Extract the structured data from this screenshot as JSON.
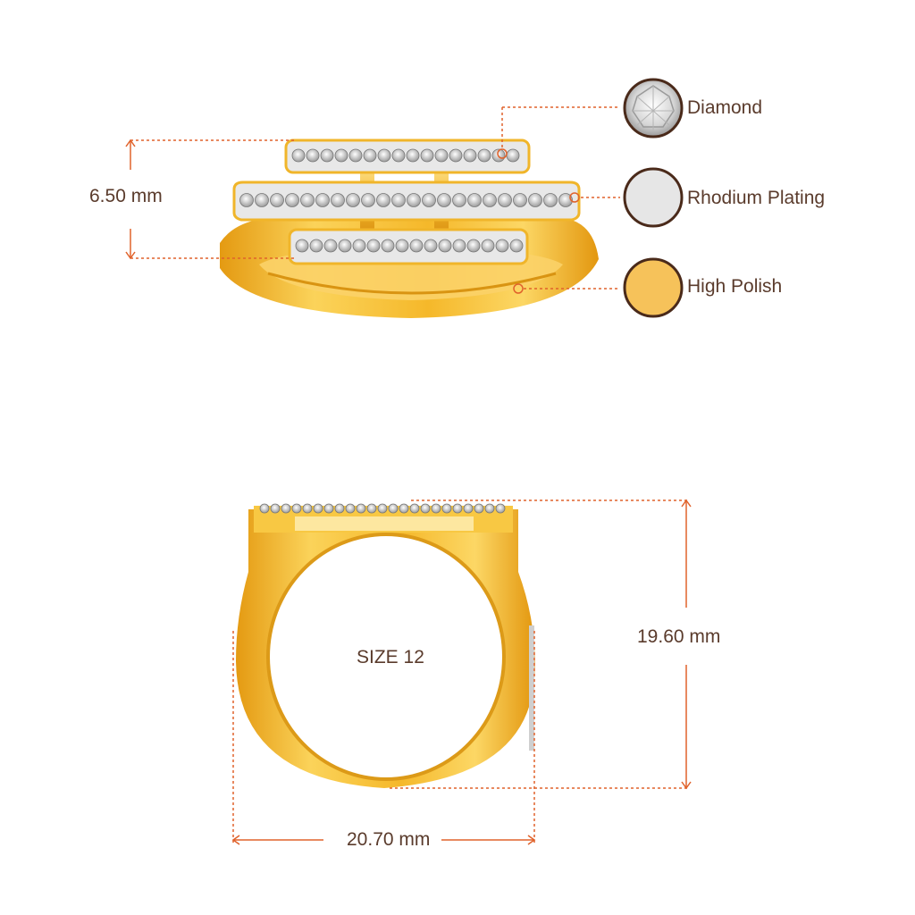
{
  "legend": {
    "items": [
      {
        "label": "Diamond",
        "icon": "diamond-icon",
        "color": "#e8e8e8"
      },
      {
        "label": "Rhodium Plating",
        "icon": "rhodium-swatch-icon",
        "color": "#e6e6e6"
      },
      {
        "label": "High Polish",
        "icon": "high-polish-swatch-icon",
        "color": "#f6c25a"
      }
    ],
    "border_color": "#4a2a1a"
  },
  "dimensions": {
    "height": "6.50 mm",
    "ring_height": "19.60 mm",
    "ring_width": "20.70 mm",
    "size": "SIZE 12"
  },
  "colors": {
    "dimension_line": "#e0622b",
    "gold": "#f2b626",
    "gold_dark": "#d99412",
    "text": "#5a3b2c"
  }
}
